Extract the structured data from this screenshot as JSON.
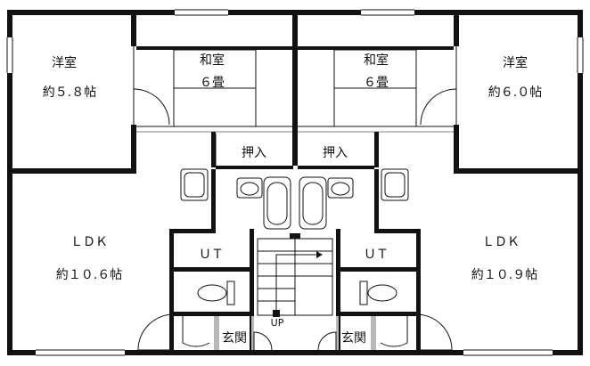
{
  "rooms": {
    "western_left": {
      "name": "洋室",
      "size": "約５.８帖"
    },
    "western_right": {
      "name": "洋室",
      "size": "約６.０帖"
    },
    "japanese_left": {
      "name": "和室",
      "size": "６畳"
    },
    "japanese_right": {
      "name": "和室",
      "size": "６畳"
    },
    "closet_left": {
      "name": "押入"
    },
    "closet_right": {
      "name": "押入"
    },
    "ldk_left": {
      "name": "ＬＤＫ",
      "size": "約１０.６帖"
    },
    "ldk_right": {
      "name": "ＬＤＫ",
      "size": "約１０.９帖"
    },
    "ut_left": {
      "name": "ＵＴ"
    },
    "ut_right": {
      "name": "ＵＴ"
    },
    "entrance_left": {
      "name": "玄関"
    },
    "entrance_right": {
      "name": "玄関"
    }
  },
  "stair": {
    "label": "UP"
  }
}
